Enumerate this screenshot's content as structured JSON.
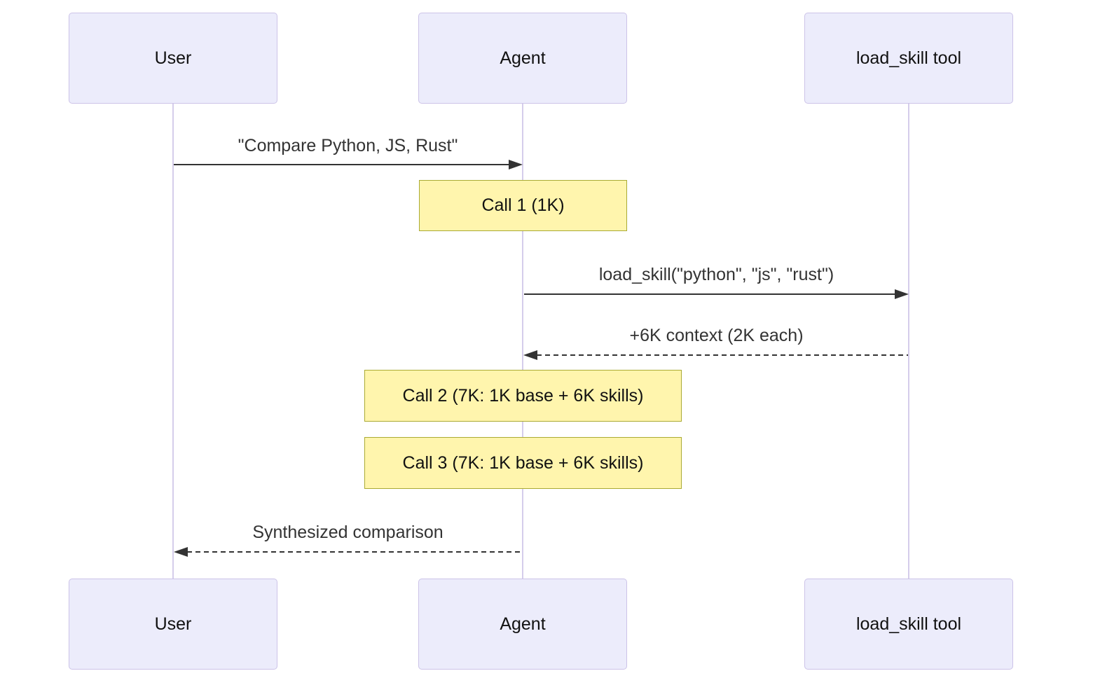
{
  "diagram": {
    "type": "sequence-diagram",
    "background": "#ffffff",
    "colors": {
      "background": "#ffffff",
      "actor_fill": "#ECECFB",
      "actor_border": "#CCC3E8",
      "actor_text": "#111111",
      "lifeline": "#D5CDEB",
      "note_fill": "#FFF5AD",
      "note_border": "#AAAA33",
      "note_text": "#111111",
      "arrow": "#333333",
      "text": "#333333"
    },
    "actors": [
      {
        "id": "user",
        "label": "User"
      },
      {
        "id": "agent",
        "label": "Agent"
      },
      {
        "id": "tool",
        "label": "load_skill tool"
      }
    ],
    "messages": [
      {
        "from": "User",
        "to": "Agent",
        "label": "\"Compare Python, JS, Rust\"",
        "style": "solid",
        "direction": "right"
      },
      {
        "from": "Agent",
        "to": "load_skill tool",
        "label": "load_skill(\"python\", \"js\", \"rust\")",
        "style": "solid",
        "direction": "right"
      },
      {
        "from": "load_skill tool",
        "to": "Agent",
        "label": "+6K context (2K each)",
        "style": "dashed",
        "direction": "left"
      },
      {
        "from": "Agent",
        "to": "User",
        "label": "Synthesized comparison",
        "style": "dashed",
        "direction": "left"
      }
    ],
    "notes": [
      {
        "over": "Agent",
        "label": "Call 1 (1K)"
      },
      {
        "over": "Agent",
        "label": "Call 2 (7K: 1K base + 6K skills)"
      },
      {
        "over": "Agent",
        "label": "Call 3 (7K: 1K base + 6K skills)"
      }
    ]
  }
}
